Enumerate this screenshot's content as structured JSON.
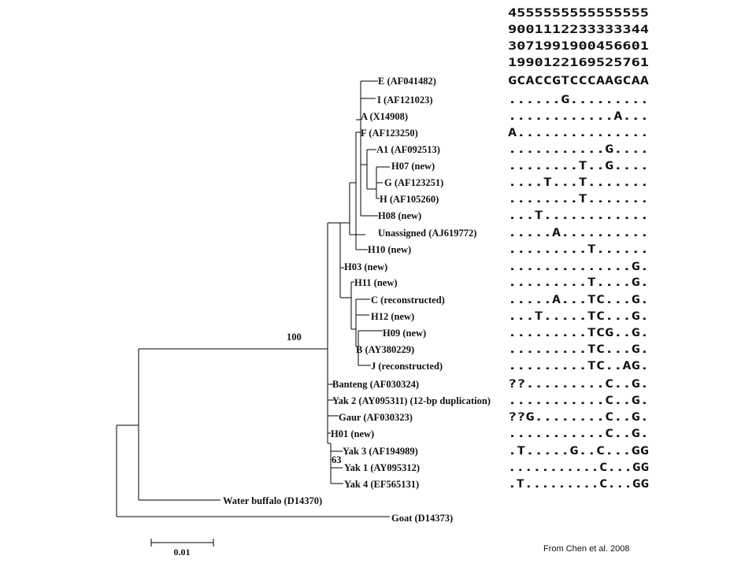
{
  "header_rows": [
    "4555555555555555",
    "9001112233333344",
    "3071991900456601",
    "1990122169525761"
  ],
  "reference_sequence": "GCACCGTCCCAAGCAA",
  "leaves": [
    {
      "label": "E (AF041482)",
      "seq": ""
    },
    {
      "label": "I (AF121023)",
      "seq": "......G........."
    },
    {
      "label": "A (X14908)",
      "seq": "............A..."
    },
    {
      "label": "F (AF123250)",
      "seq": "A..............."
    },
    {
      "label": "A1 (AF092513)",
      "seq": "...........G...."
    },
    {
      "label": "H07 (new)",
      "seq": "........T..G...."
    },
    {
      "label": "G (AF123251)",
      "seq": "....T...T......."
    },
    {
      "label": "H (AF105260)",
      "seq": "........T......."
    },
    {
      "label": "H08 (new)",
      "seq": "...T............"
    },
    {
      "label": "Unassigned (AJ619772)",
      "seq": ".....A.........."
    },
    {
      "label": "H10 (new)",
      "seq": ".........T......"
    },
    {
      "label": "H03 (new)",
      "seq": "..............G."
    },
    {
      "label": "H11 (new)",
      "seq": ".........T....G."
    },
    {
      "label": "C (reconstructed)",
      "seq": ".....A...TC...G."
    },
    {
      "label": "H12 (new)",
      "seq": "...T.....TC...G."
    },
    {
      "label": "H09 (new)",
      "seq": ".........TCG..G."
    },
    {
      "label": "B (AY380229)",
      "seq": ".........TC...G."
    },
    {
      "label": "J (reconstructed)",
      "seq": ".........TC..AG."
    },
    {
      "label": "Banteng (AF030324)",
      "seq": "??.........C..G."
    },
    {
      "label": "Yak 2 (AY095311) (12-bp duplication)",
      "seq": "...........C..G."
    },
    {
      "label": "Gaur (AF030323)",
      "seq": "??G........C..G."
    },
    {
      "label": "H01 (new)",
      "seq": "...........C..G."
    },
    {
      "label": "Yak 3 (AF194989)",
      "seq": ".T.....G..C...GG"
    },
    {
      "label": "Yak 1 (AY095312)",
      "seq": "...........C...GG"
    },
    {
      "label": "Yak 4 (EF565131)",
      "seq": ".T.........C...GG"
    },
    {
      "label": "Water buffalo (D14370)",
      "seq": ""
    },
    {
      "label": "Goat (D14373)",
      "seq": ""
    }
  ],
  "bootstrap": [
    "100",
    "63"
  ],
  "scale_label": "0.01",
  "credit": "From Chen et al. 2008"
}
